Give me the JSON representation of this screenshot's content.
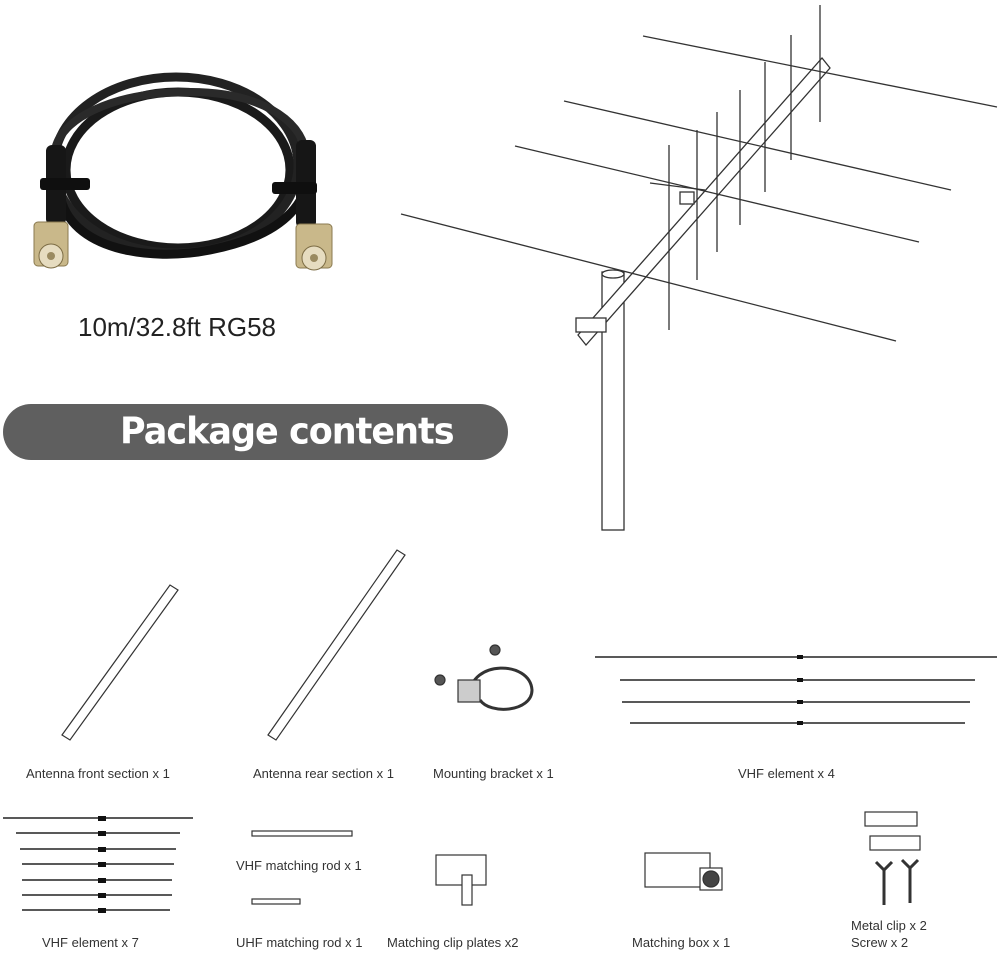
{
  "cable": {
    "label": "10m/32.8ft RG58"
  },
  "banner": {
    "title": "Package contents"
  },
  "items": [
    {
      "label": "Antenna front section x 1"
    },
    {
      "label": "Antenna rear section x 1"
    },
    {
      "label": "Mounting bracket x 1"
    },
    {
      "label": "VHF element x 4"
    },
    {
      "label": "VHF element x 7"
    },
    {
      "label": "VHF matching rod x 1"
    },
    {
      "label": "UHF matching rod x 1"
    },
    {
      "label": "Matching clip plates x2"
    },
    {
      "label": "Matching box x 1"
    },
    {
      "label": "Metal clip x 2"
    },
    {
      "label": "Screw x 2"
    }
  ]
}
